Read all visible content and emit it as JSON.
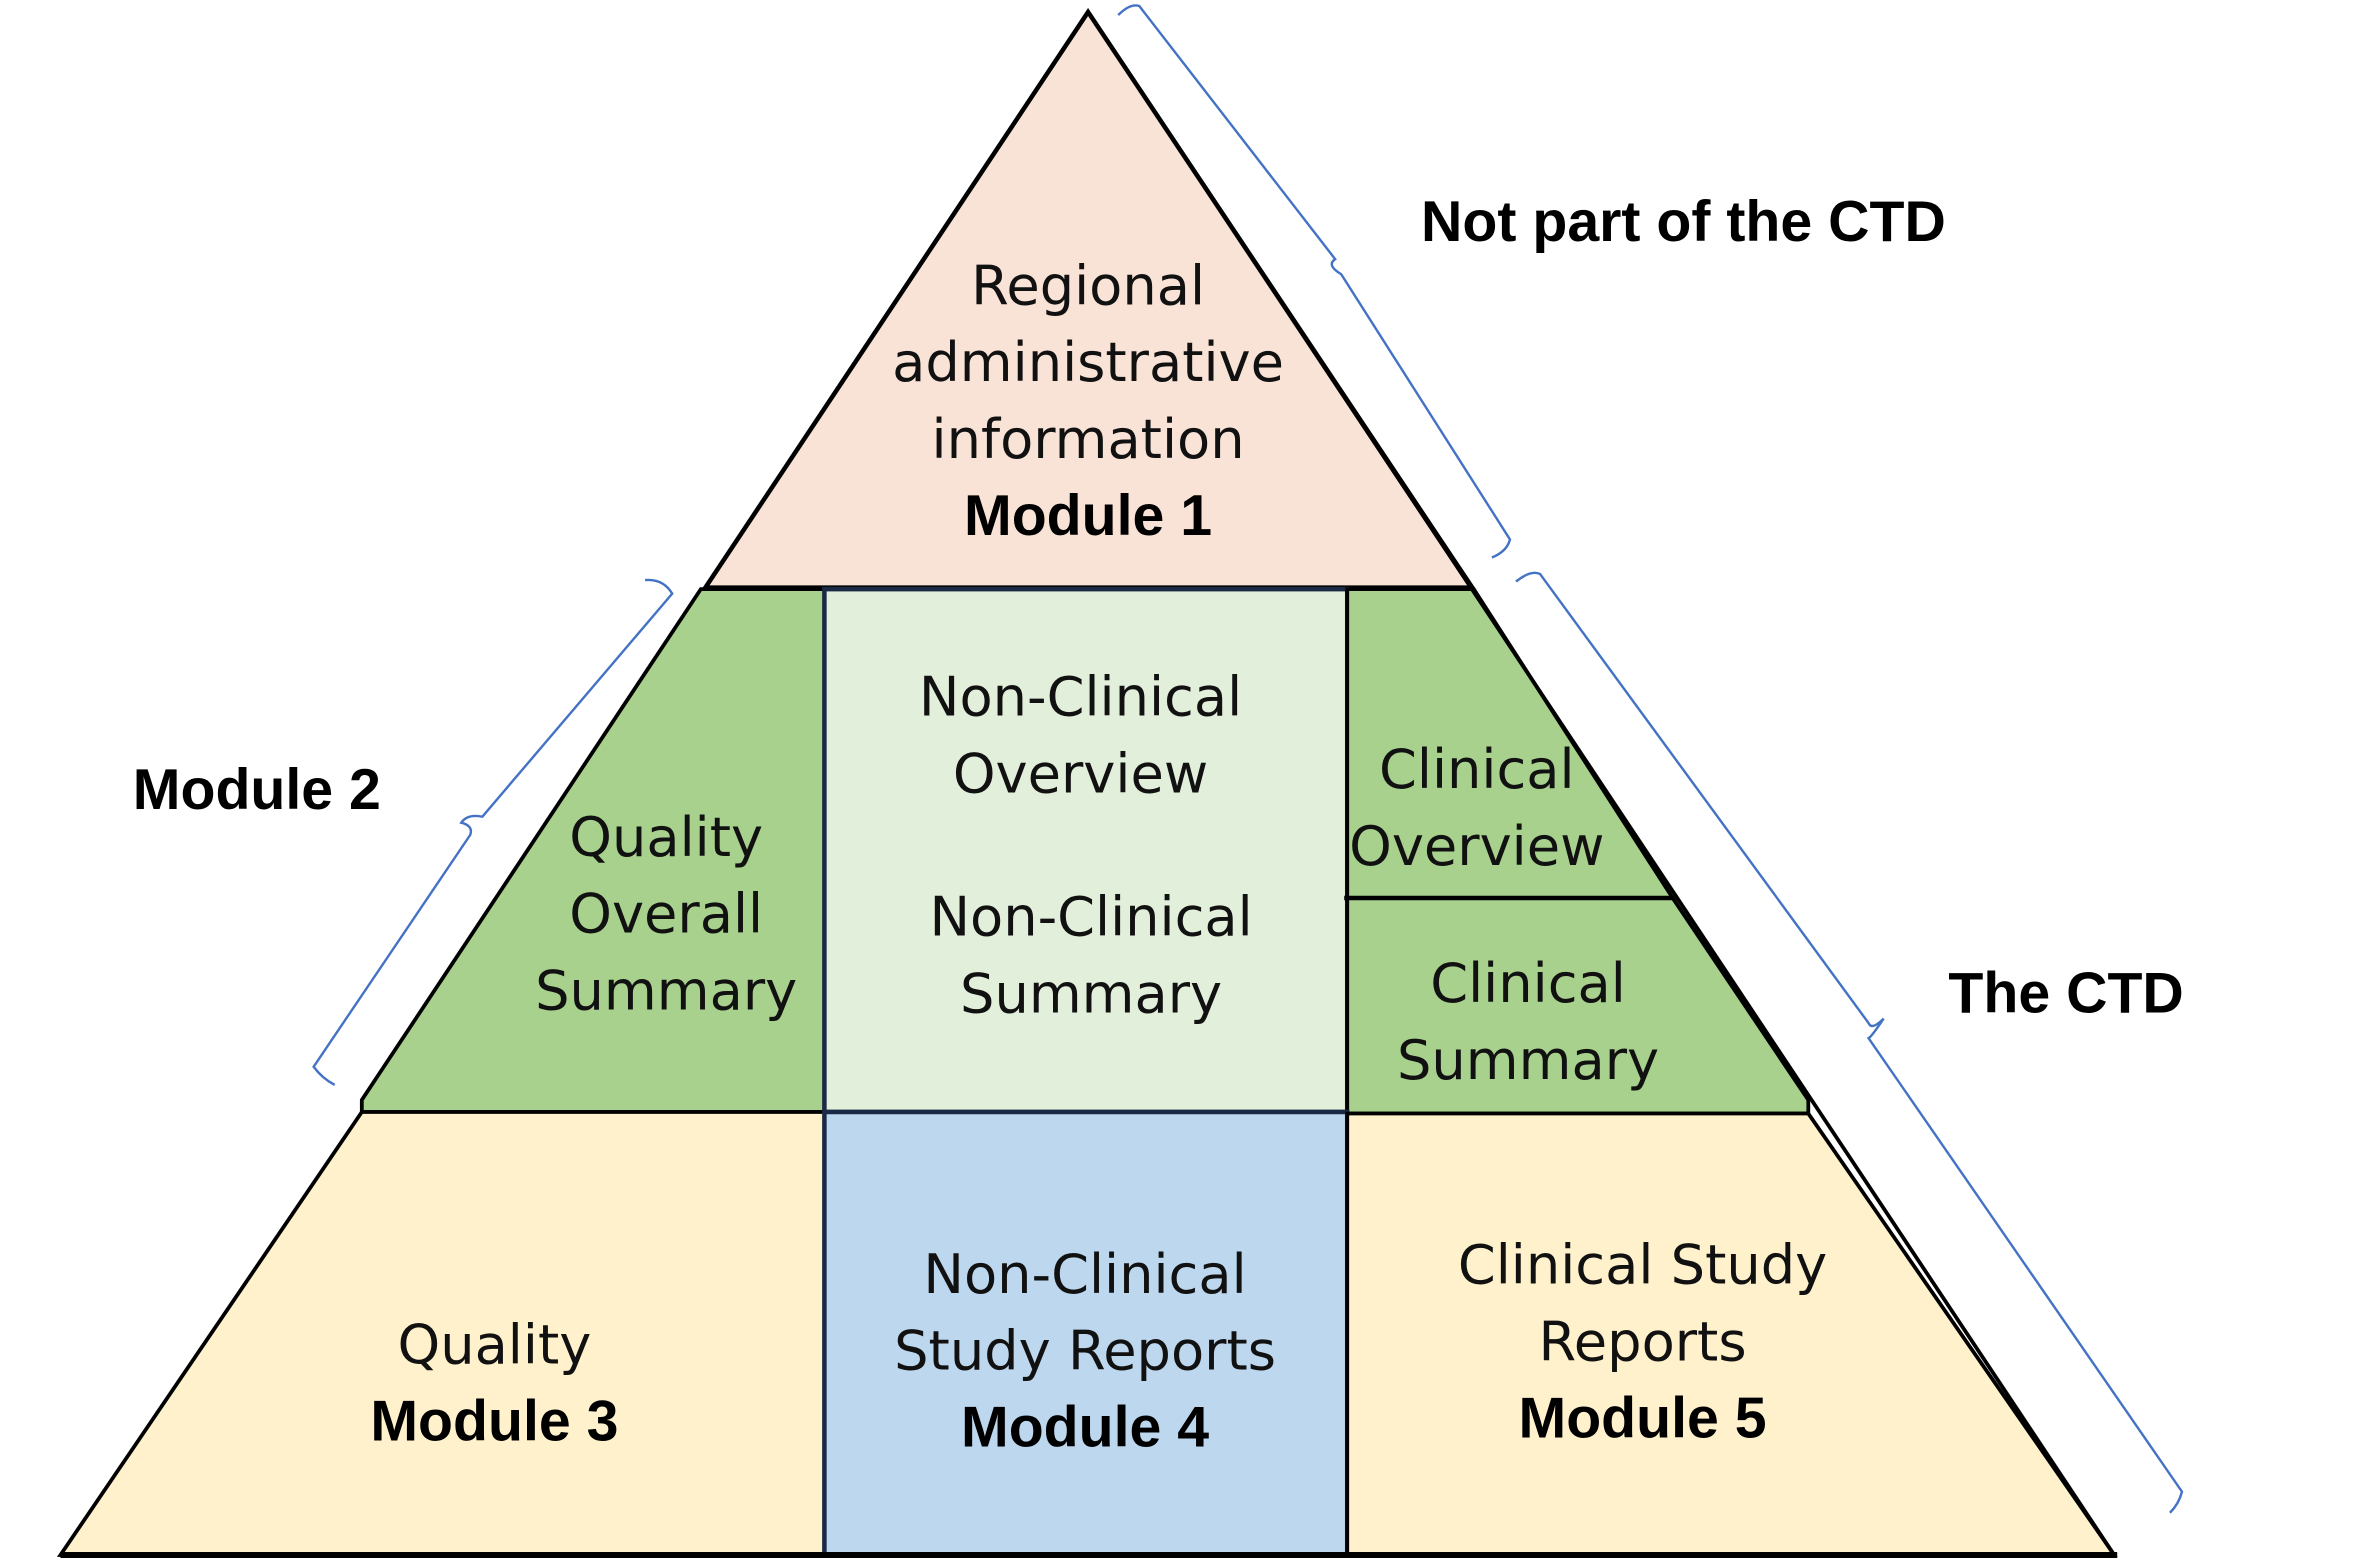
{
  "colors": {
    "module1": "#f9e3d6",
    "module2_side": "#a8d18d",
    "module2_center": "#e2efda",
    "module3_5": "#fff1cc",
    "module4": "#bdd7ee",
    "brace": "#4472c4"
  },
  "labels": {
    "not_part": "Not part of the CTD",
    "module2": "Module 2",
    "the_ctd": "The CTD"
  },
  "module1": {
    "lines": [
      "Regional",
      "administrative",
      "information"
    ],
    "module": "Module 1"
  },
  "qos": {
    "lines": [
      "Quality",
      "Overall",
      "Summary"
    ]
  },
  "nonclinical_overview": {
    "lines": [
      "Non-Clinical",
      "Overview"
    ]
  },
  "nonclinical_summary": {
    "lines": [
      "Non-Clinical",
      "Summary"
    ]
  },
  "clinical_overview": {
    "lines": [
      "Clinical",
      "Overview"
    ]
  },
  "clinical_summary": {
    "lines": [
      "Clinical",
      "Summary"
    ]
  },
  "module3": {
    "lines": [
      "Quality"
    ],
    "module": "Module 3"
  },
  "module4": {
    "lines": [
      "Non-Clinical",
      "Study Reports"
    ],
    "module": "Module 4"
  },
  "module5": {
    "lines": [
      "Clinical Study",
      "Reports"
    ],
    "module": "Module 5"
  }
}
